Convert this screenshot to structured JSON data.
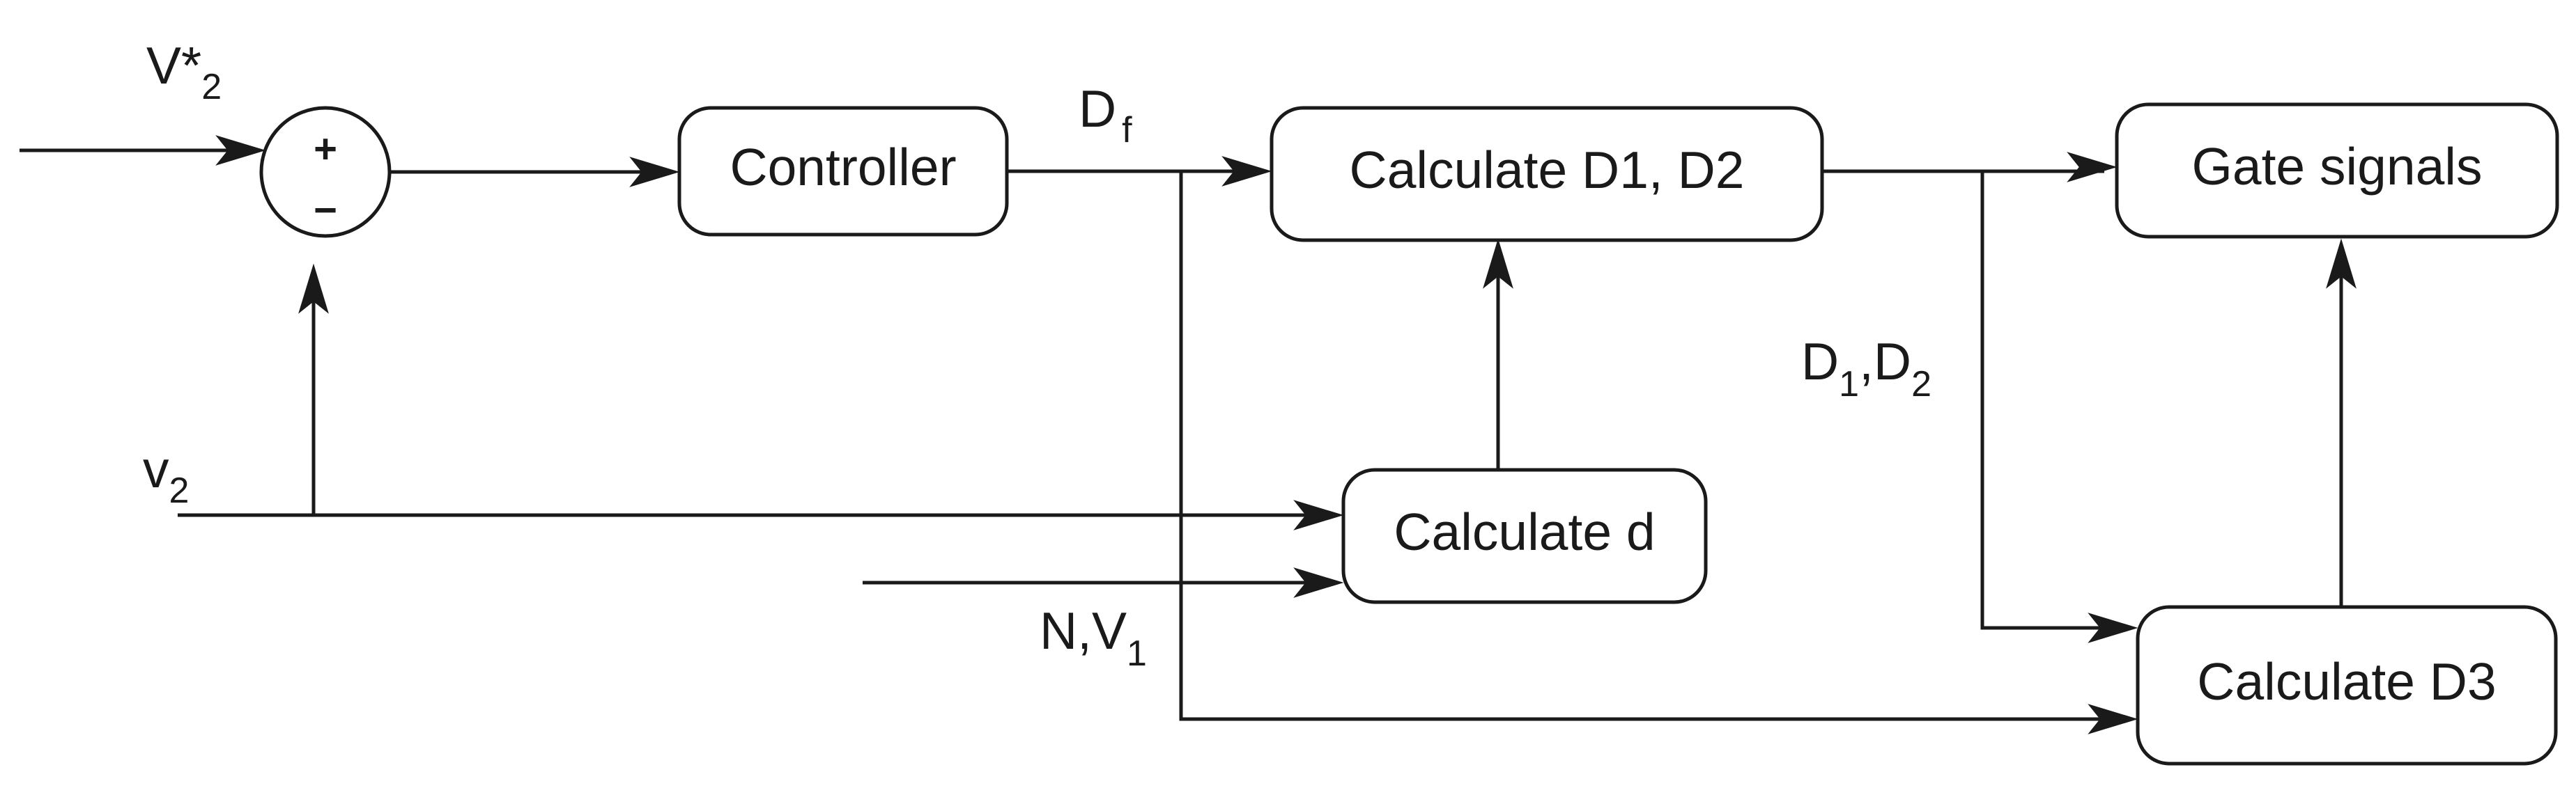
{
  "blocks": {
    "controller": "Controller",
    "calc_d1d2": "Calculate D1, D2",
    "gate": "Gate signals",
    "calc_d": "Calculate d",
    "calc_d3": "Calculate D3"
  },
  "summing_junction": {
    "plus": "+",
    "minus": "−"
  },
  "signals": {
    "v2_ref": {
      "main": "V*",
      "sub": "2"
    },
    "v2": {
      "main": "v",
      "sub": "2"
    },
    "df": {
      "main": "D",
      "sub": "f"
    },
    "d1d2": {
      "d_a": "D",
      "sub_a": "1",
      "sep": ",D",
      "sub_b": "2"
    },
    "nv1": {
      "main": "N,V",
      "sub": "1"
    }
  }
}
